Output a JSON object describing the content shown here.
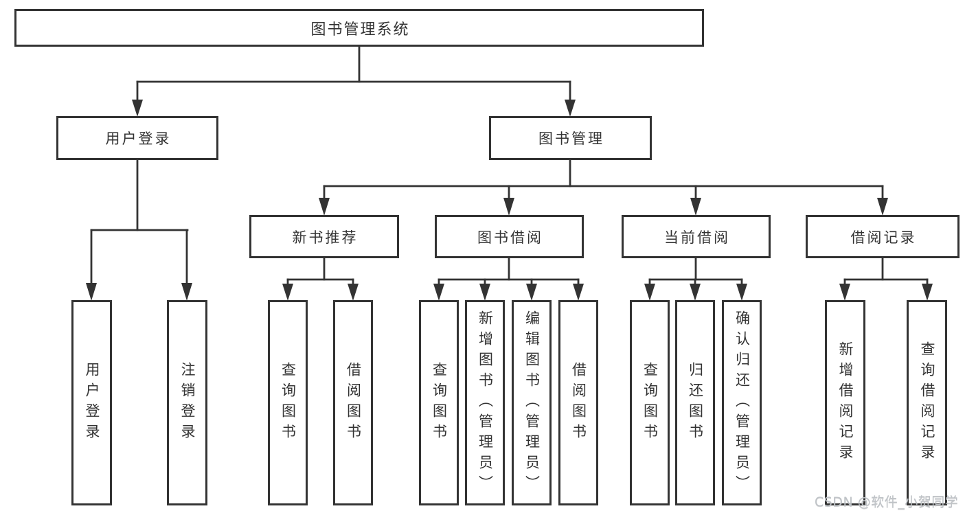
{
  "diagram": {
    "root": {
      "label": "图书管理系统"
    },
    "branches": [
      {
        "label": "用户登录",
        "children": [
          {
            "label": "用户登录"
          },
          {
            "label": "注销登录"
          }
        ]
      },
      {
        "label": "图书管理",
        "children": [
          {
            "label": "新书推荐",
            "children": [
              {
                "label": "查询图书"
              },
              {
                "label": "借阅图书"
              }
            ]
          },
          {
            "label": "图书借阅",
            "children": [
              {
                "label": "查询图书"
              },
              {
                "label": "新增图书（管理员）"
              },
              {
                "label": "编辑图书（管理员）"
              },
              {
                "label": "借阅图书"
              }
            ]
          },
          {
            "label": "当前借阅",
            "children": [
              {
                "label": "查询图书"
              },
              {
                "label": "归还图书"
              },
              {
                "label": "确认归还（管理员）"
              }
            ]
          },
          {
            "label": "借阅记录",
            "children": [
              {
                "label": "新增借阅记录"
              },
              {
                "label": "查询借阅记录"
              }
            ]
          }
        ]
      }
    ]
  },
  "watermark": {
    "text": "CSDN @软件_小贺同学"
  },
  "colors": {
    "line": "#333333",
    "box_border": "#333333",
    "text": "#333333",
    "watermark": "#bfc3c7",
    "background": "#ffffff"
  }
}
